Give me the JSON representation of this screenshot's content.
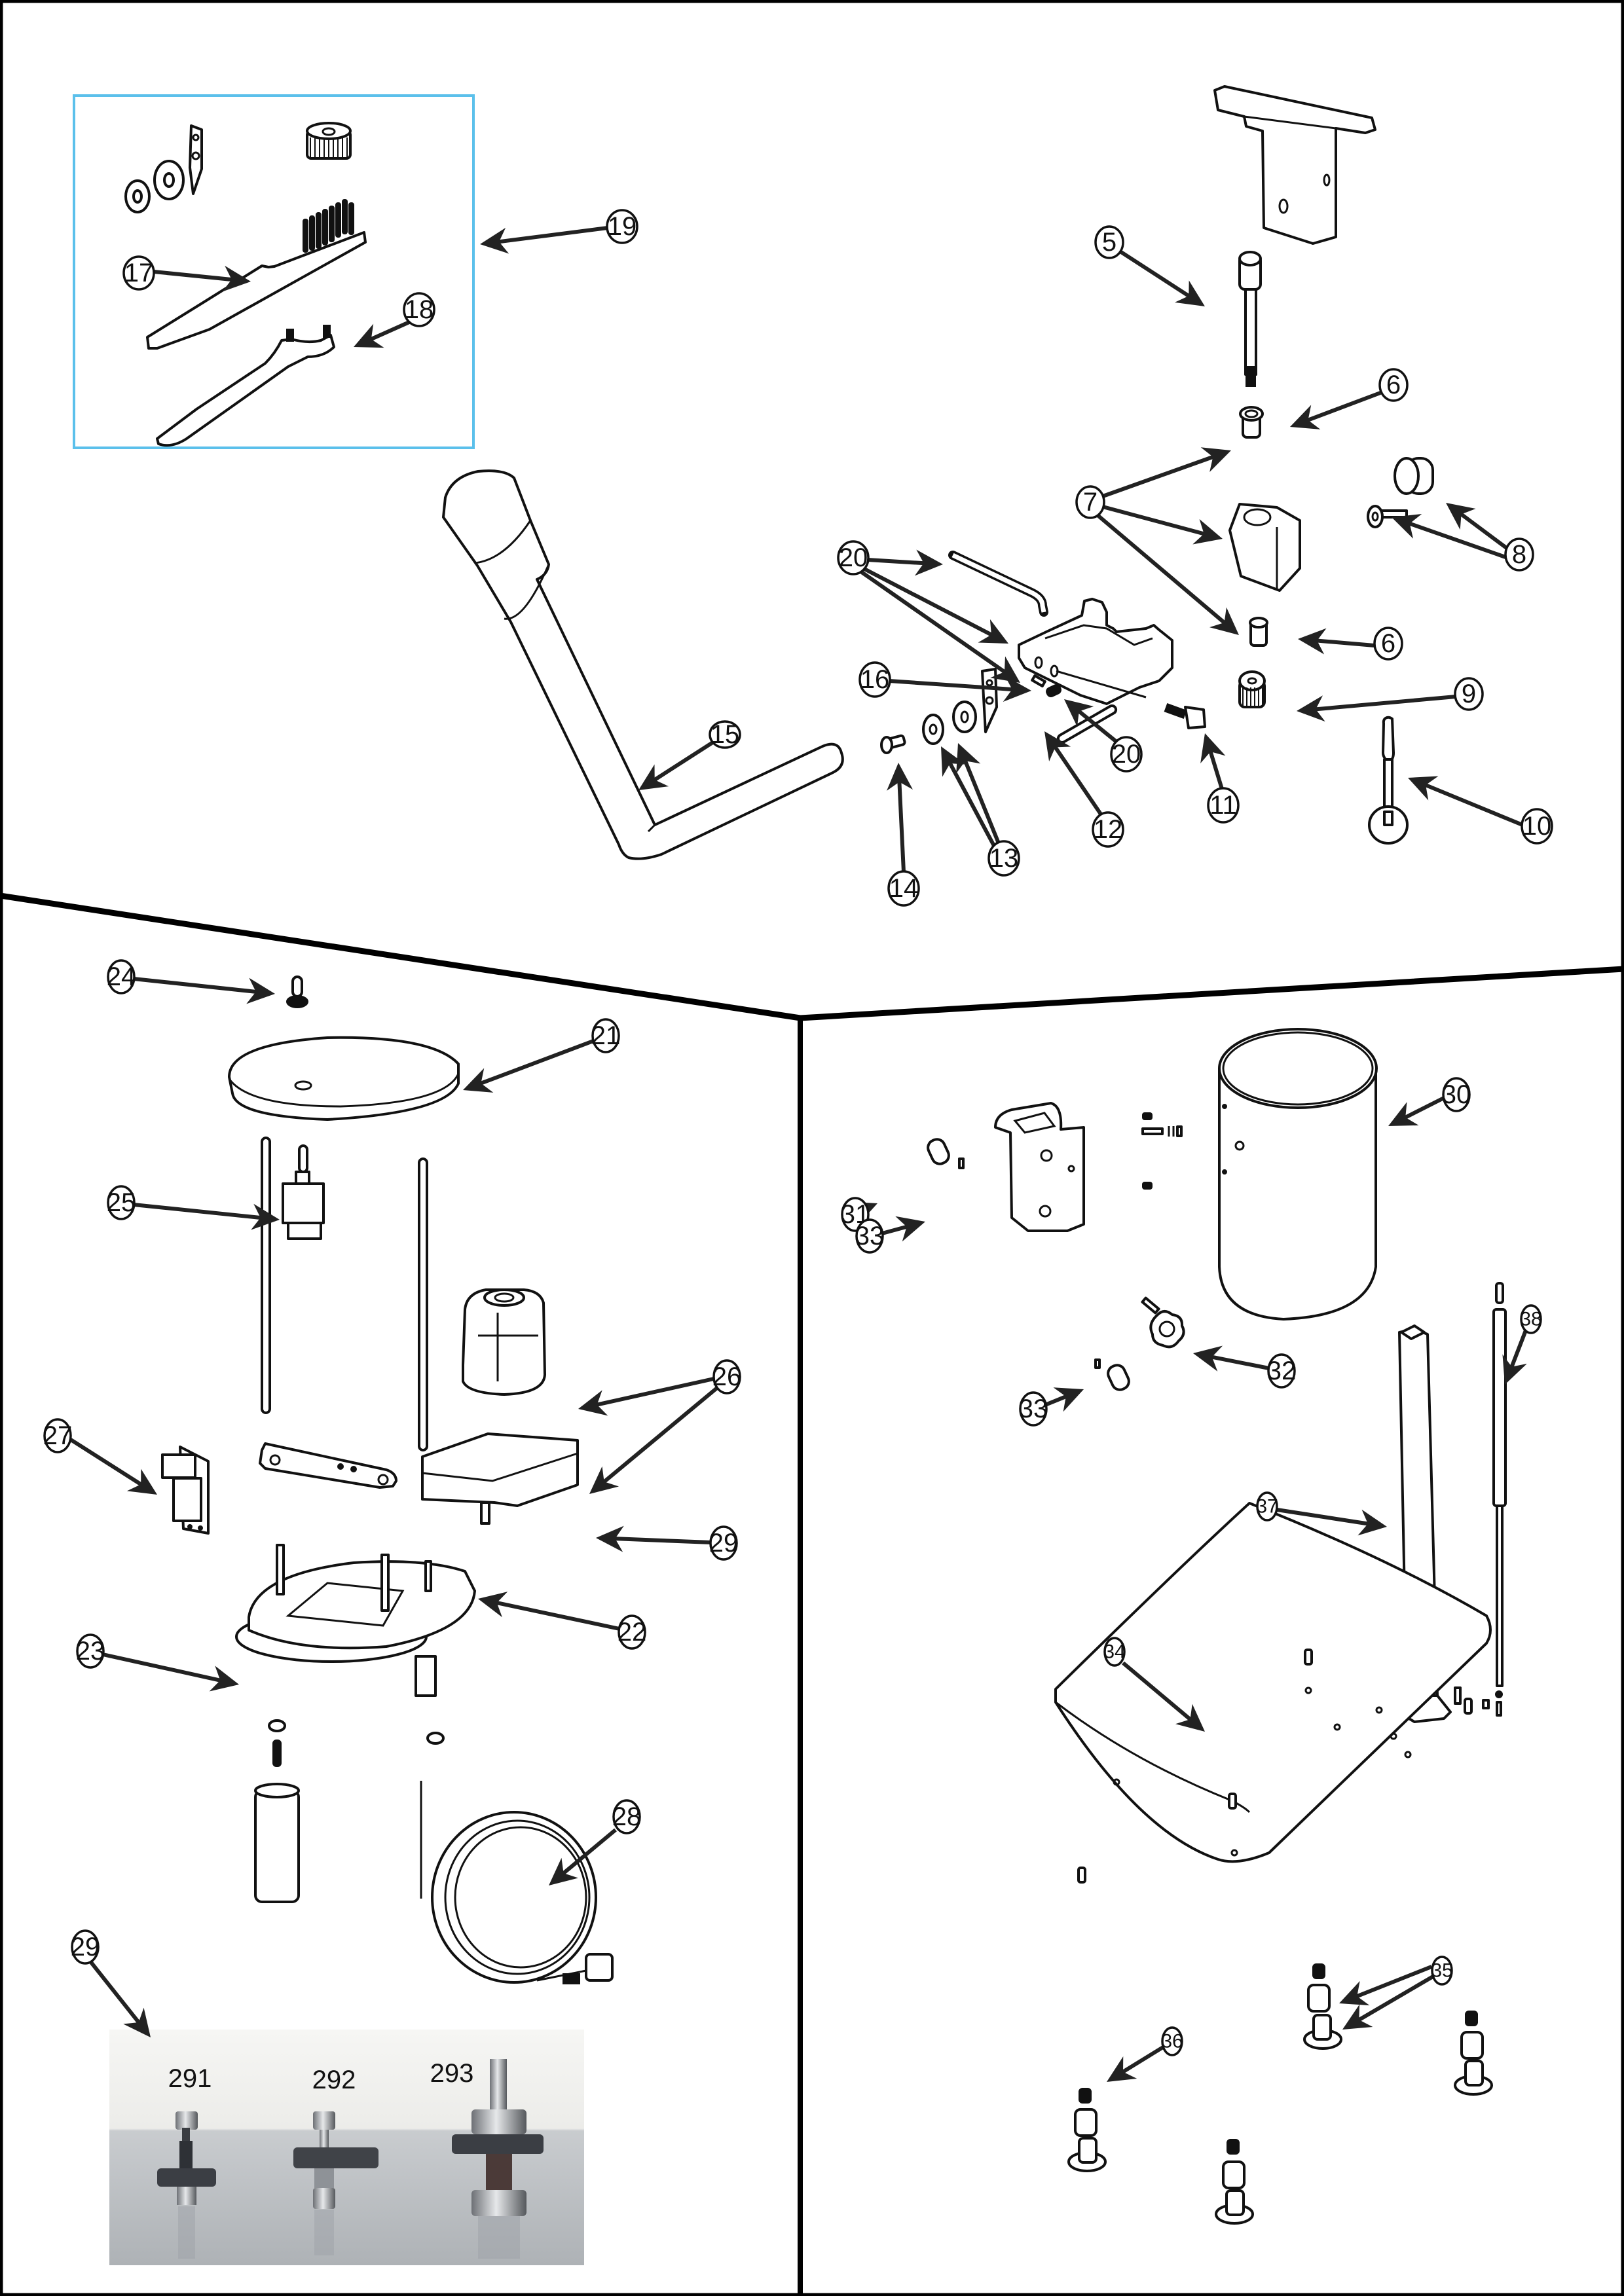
{
  "document": {
    "type": "exploded parts diagram",
    "frame_color": "#000000",
    "tool_kit_box_color": "#5bc0eb"
  },
  "sections": {
    "top": {
      "tool_kit_callout": "19",
      "callouts": [
        "5",
        "6",
        "7",
        "8",
        "6",
        "9",
        "10",
        "11",
        "12",
        "13",
        "14",
        "15",
        "16",
        "17",
        "18",
        "19",
        "20",
        "20"
      ]
    },
    "bottom_left": {
      "callouts": [
        "21",
        "22",
        "23",
        "24",
        "25",
        "26",
        "27",
        "28",
        "29",
        "29"
      ]
    },
    "bottom_right": {
      "callouts": [
        "30",
        "31",
        "32",
        "33",
        "33",
        "34",
        "35",
        "36",
        "37",
        "38"
      ]
    }
  },
  "callouts": [
    {
      "id": "c5",
      "label": "5",
      "part": "shaft-bolt"
    },
    {
      "id": "c6a",
      "label": "6",
      "part": "upper-bushing"
    },
    {
      "id": "c6b",
      "label": "6",
      "part": "lower-bushing"
    },
    {
      "id": "c7",
      "label": "7",
      "part": "bushing-block-assembly"
    },
    {
      "id": "c8",
      "label": "8",
      "part": "roller-and-washer"
    },
    {
      "id": "c9",
      "label": "9",
      "part": "knurled-nut"
    },
    {
      "id": "c10",
      "label": "10",
      "part": "lever-handle"
    },
    {
      "id": "c11",
      "label": "11",
      "part": "wing-screw"
    },
    {
      "id": "c12",
      "label": "12",
      "part": "cutting-blade"
    },
    {
      "id": "c13",
      "label": "13",
      "part": "washers"
    },
    {
      "id": "c14",
      "label": "14",
      "part": "slotted-screw"
    },
    {
      "id": "c15",
      "label": "15",
      "part": "crank-handle"
    },
    {
      "id": "c16",
      "label": "16",
      "part": "pin"
    },
    {
      "id": "c17",
      "label": "17",
      "part": "cleaning-brush"
    },
    {
      "id": "c18",
      "label": "18",
      "part": "pin-spanner"
    },
    {
      "id": "c19",
      "label": "19",
      "part": "tool-kit"
    },
    {
      "id": "c20a",
      "label": "20",
      "part": "blade-holder-bracket"
    },
    {
      "id": "c20b",
      "label": "20",
      "part": "set-screw"
    },
    {
      "id": "c21",
      "label": "21",
      "part": "top-cover-disc"
    },
    {
      "id": "c22",
      "label": "22",
      "part": "base-plate"
    },
    {
      "id": "c23",
      "label": "23",
      "part": "spacer-column"
    },
    {
      "id": "c24",
      "label": "24",
      "part": "toggle-cap"
    },
    {
      "id": "c25",
      "label": "25",
      "part": "toggle-switch"
    },
    {
      "id": "c26",
      "label": "26",
      "part": "motor"
    },
    {
      "id": "c27",
      "label": "27",
      "part": "switch-bracket"
    },
    {
      "id": "c28",
      "label": "28",
      "part": "power-cord"
    },
    {
      "id": "c29a",
      "label": "29",
      "part": "gearbox"
    },
    {
      "id": "c29b",
      "label": "29",
      "part": "gear-shafts-photo"
    },
    {
      "id": "c30",
      "label": "30",
      "part": "housing-cylinder"
    },
    {
      "id": "c31",
      "label": "31",
      "part": "mounting-bracket"
    },
    {
      "id": "c32",
      "label": "32",
      "part": "star-knob"
    },
    {
      "id": "c33a",
      "label": "33",
      "part": "pin-plug-upper"
    },
    {
      "id": "c33b",
      "label": "33",
      "part": "pin-plug-lower"
    },
    {
      "id": "c34",
      "label": "34",
      "part": "base-tray"
    },
    {
      "id": "c35",
      "label": "35",
      "part": "foot-spacer-and-foot"
    },
    {
      "id": "c36",
      "label": "36",
      "part": "foot-nut"
    },
    {
      "id": "c37",
      "label": "37",
      "part": "square-column"
    },
    {
      "id": "c38",
      "label": "38",
      "part": "threaded-rod"
    }
  ],
  "photo_inset": {
    "labels": [
      "291",
      "292",
      "293"
    ],
    "background_top": "#f4f4f2",
    "background_bottom": "#b9bcbf"
  }
}
